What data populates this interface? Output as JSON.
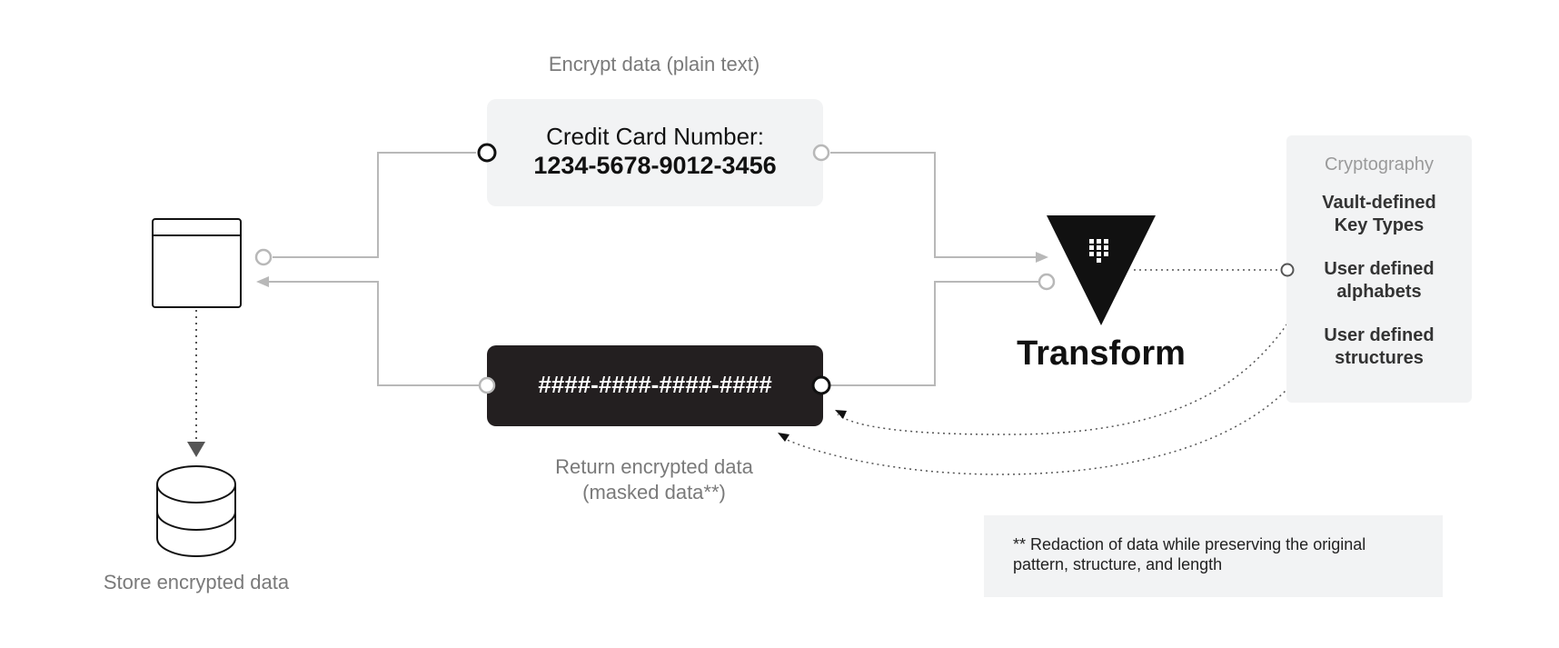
{
  "encrypt_label": "Encrypt data (plain text)",
  "input_card": {
    "title": "Credit Card Number:",
    "number": "1234-5678-9012-3456"
  },
  "output_card": {
    "masked": "####-####-####-####"
  },
  "return_label": {
    "line1": "Return encrypted data",
    "line2": "(masked data**)"
  },
  "store_label": "Store encrypted data",
  "transform_label": "Transform",
  "cryptography": {
    "title": "Cryptography",
    "items": [
      {
        "line1": "Vault-defined",
        "line2": "Key Types"
      },
      {
        "line1": "User defined",
        "line2": "alphabets"
      },
      {
        "line1": "User defined",
        "line2": "structures"
      }
    ]
  },
  "footnote": {
    "line1": "** Redaction of data while preserving the original",
    "line2": "pattern, structure, and length"
  },
  "colors": {
    "connector": "#b8b8b8",
    "dark_card": "#231f20",
    "light_card": "#f2f3f4"
  }
}
